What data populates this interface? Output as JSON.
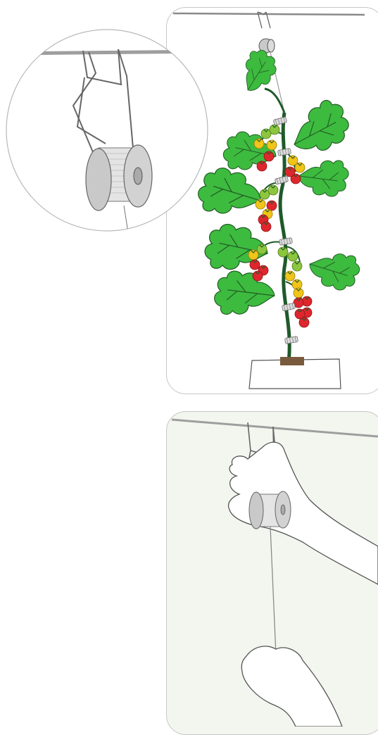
{
  "illustration": {
    "top_panel": {
      "subject": "tomato-plant-on-hook-reel",
      "colors": {
        "leaf": "#3dbb3f",
        "leaf_outline": "#235d25",
        "stem": "#1f5a2a",
        "tomato_red": "#e0262d",
        "tomato_yellow": "#f1c419",
        "tomato_green": "#8cc63f",
        "reel": "#c9c9c9",
        "wire": "#8a8a8a"
      }
    },
    "detail_circle": {
      "subject": "tomato-hook-reel-closeup"
    },
    "bottom_panel": {
      "subject": "hands-unwinding-string",
      "background": "#f3f6ef"
    }
  }
}
